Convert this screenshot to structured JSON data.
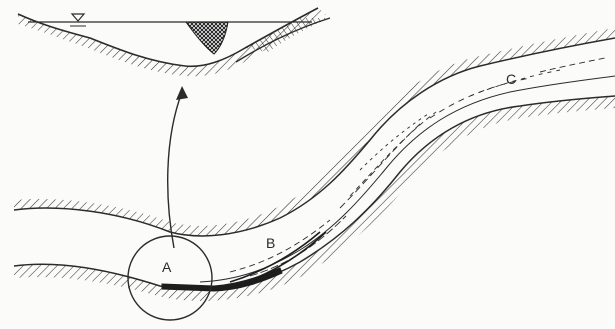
{
  "diagram": {
    "labels": {
      "a": "A",
      "b": "B",
      "c": "C"
    },
    "water_level_symbol": "inverted-triangle-water-surface-symbol"
  },
  "colors": {
    "ink": "#2b2b2b",
    "paper": "#fbfbfa",
    "deposit": "#1d1d1d"
  }
}
